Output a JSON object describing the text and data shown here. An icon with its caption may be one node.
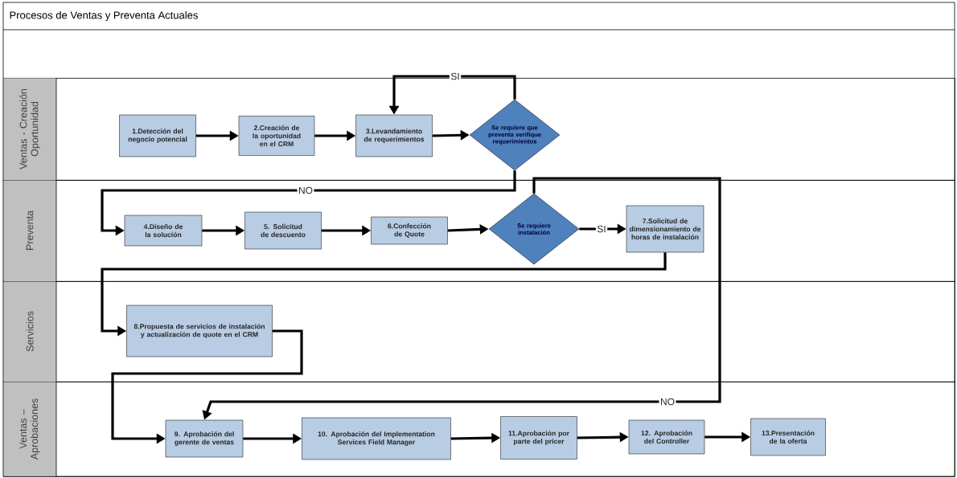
{
  "diagram": {
    "title": "Procesos de Ventas y Preventa Actuales",
    "nodes": [
      {
        "text": [
          "Ventas - Creación Oportunidad"
        ]
      },
      {
        "text": [
          "1.Detección del negocio potencial"
        ],
        "in": 0
      },
      {
        "text": [
          "2.Creación de la oportunidad en el CRM"
        ],
        "in": 0
      },
      {
        "text": [
          "3.Levandamiento de requerimientos"
        ],
        "in": 0
      },
      {
        "text": [
          "Se requiere que preventa verifique requerimientos"
        ],
        "in": 0
      },
      {
        "text": [
          "Preventa"
        ]
      },
      {
        "text": [
          "4.Diseño de la solución"
        ],
        "in": 5
      },
      {
        "text": [
          "5. Solicitud de descuento"
        ],
        "in": 5
      },
      {
        "text": [
          "6.Confección de Quote"
        ],
        "in": 5
      },
      {
        "text": [
          "Se requiere instalación"
        ],
        "in": 5
      },
      {
        "text": [
          "7.Solicitud de dimensionamiento de horas de instalación"
        ],
        "in": 5
      },
      {
        "text": [
          "Servicios"
        ]
      },
      {
        "text": [
          "8.Propuesta de servicios de instalación y actualización de quote en el CRM"
        ],
        "in": 11
      },
      {
        "text": [
          "Ventas – Aprobaciones"
        ]
      },
      {
        "text": [
          "9. Aprobación del gerente de ventas"
        ],
        "in": 13
      },
      {
        "text": [
          "10. Aprobación del Implementation Services Field Manager"
        ],
        "in": 13
      },
      {
        "text": [
          "11.Aprobación por parte del pricer"
        ],
        "in": 13
      },
      {
        "text": [
          "12. Aprobación del Controller"
        ],
        "in": 13
      },
      {
        "text": [
          "13.Presentación de la oferta"
        ],
        "in": 13
      }
    ],
    "edges": [
      {
        "from": 1,
        "to": 2,
        "arrow": "to"
      },
      {
        "from": 2,
        "to": 3,
        "arrow": "to"
      },
      {
        "from": 3,
        "to": 4,
        "arrow": "to"
      },
      {
        "from": 4,
        "to": 3,
        "arrow": "to",
        "label": "SI"
      },
      {
        "from": 4,
        "to": 6,
        "arrow": "to",
        "label": "NO"
      },
      {
        "from": 6,
        "to": 7,
        "arrow": "to"
      },
      {
        "from": 7,
        "to": 8,
        "arrow": "to"
      },
      {
        "from": 8,
        "to": 9,
        "arrow": "to"
      },
      {
        "from": 9,
        "to": 10,
        "arrow": "to",
        "label": "SI"
      },
      {
        "from": 10,
        "to": 12,
        "arrow": "to"
      },
      {
        "from": 9,
        "to": 14,
        "arrow": "to",
        "label": "NO"
      },
      {
        "from": 12,
        "to": 14,
        "arrow": "to"
      },
      {
        "from": 14,
        "to": 15,
        "arrow": "to"
      },
      {
        "from": 15,
        "to": 16,
        "arrow": "to"
      },
      {
        "from": 16,
        "to": 17,
        "arrow": "to"
      },
      {
        "from": 17,
        "to": 18,
        "arrow": "to"
      }
    ]
  }
}
